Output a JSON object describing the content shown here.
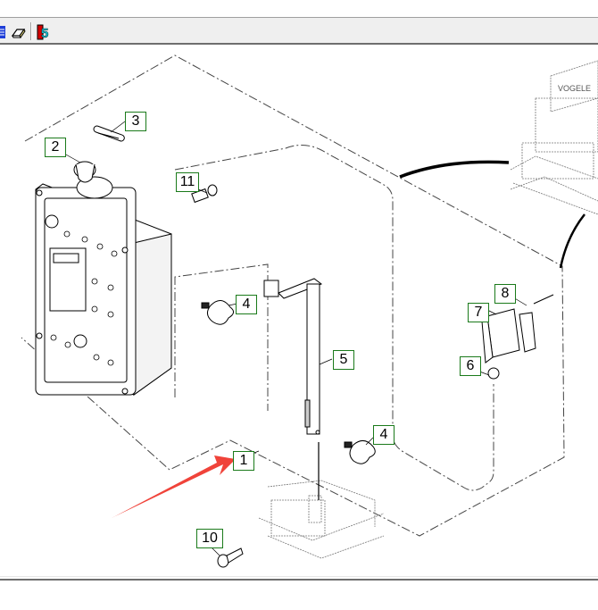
{
  "toolbar": {
    "buttons": [
      {
        "name": "grid-view",
        "icon": "grid-icon",
        "color": "#1f3fd8"
      },
      {
        "name": "eraser",
        "icon": "eraser-icon",
        "color": "#000000"
      },
      {
        "name": "parts-list",
        "icon": "d5-icon",
        "colors": [
          "#d40000",
          "#19c6d6"
        ]
      }
    ]
  },
  "diagram": {
    "watermark_text": "VOGELE",
    "callouts": [
      {
        "id": "1",
        "label": "1"
      },
      {
        "id": "2",
        "label": "2"
      },
      {
        "id": "3",
        "label": "3"
      },
      {
        "id": "4a",
        "label": "4"
      },
      {
        "id": "4b",
        "label": "4"
      },
      {
        "id": "5",
        "label": "5"
      },
      {
        "id": "6",
        "label": "6"
      },
      {
        "id": "7",
        "label": "7"
      },
      {
        "id": "8",
        "label": "8"
      },
      {
        "id": "10",
        "label": "10"
      },
      {
        "id": "11",
        "label": "11"
      }
    ],
    "callout_border_color": "#1a7a1a",
    "highlight_arrow": {
      "target": "1",
      "color": "#f0433a"
    }
  }
}
